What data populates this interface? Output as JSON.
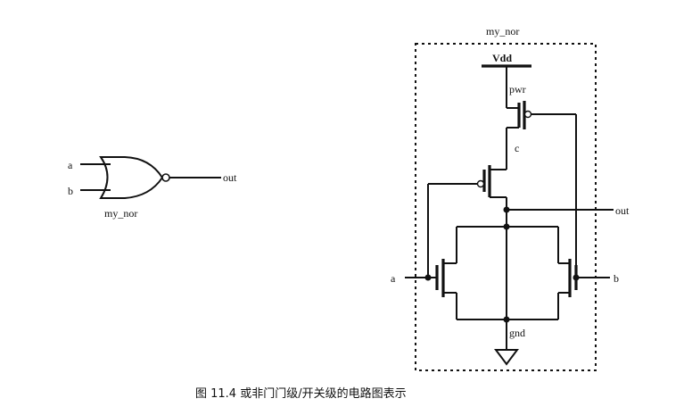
{
  "gate_symbol": {
    "input_a": "a",
    "input_b": "b",
    "output": "out",
    "name": "my_nor"
  },
  "circuit": {
    "module_name": "my_nor",
    "supply": "Vdd",
    "node_pwr": "pwr",
    "node_c": "c",
    "output": "out",
    "input_a": "a",
    "input_b": "b",
    "ground": "gnd"
  },
  "caption": "图 11.4   或非门门级/开关级的电路图表示"
}
